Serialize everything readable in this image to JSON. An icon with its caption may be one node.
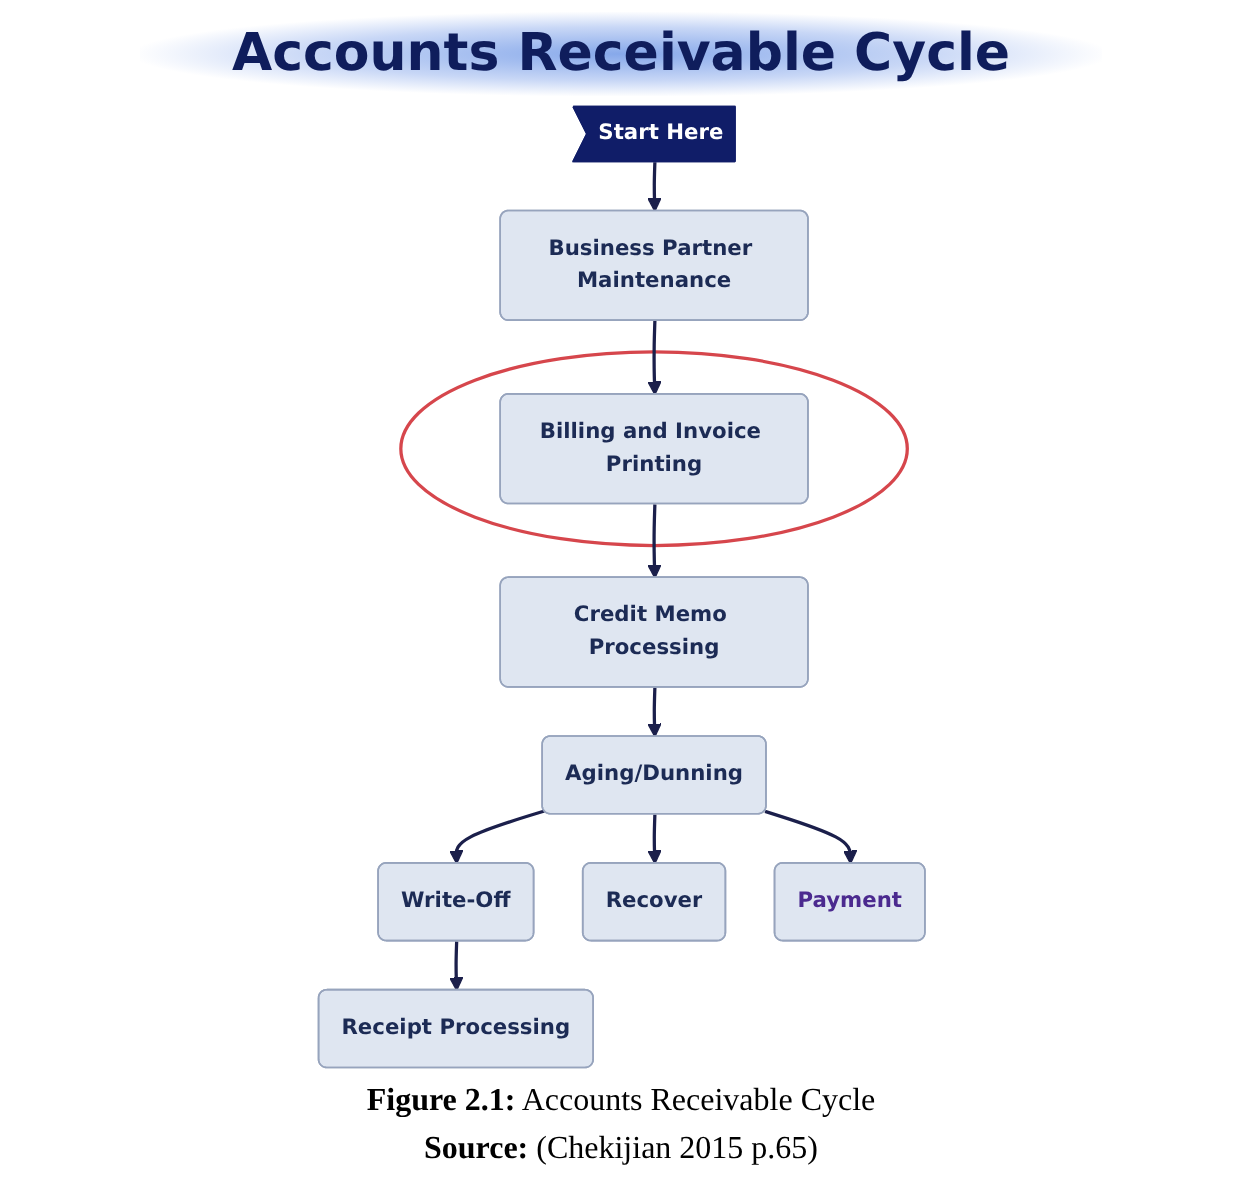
{
  "diagram": {
    "title": "Accounts Receivable Cycle",
    "caption": "**Figure 2.1:** Accounts Receivable Cycle",
    "nodes": [
      {
        "text": [
          "Start Here"
        ]
      },
      {
        "text": [
          "Business Partner Maintenance"
        ]
      },
      {
        "text": [],
        "shape": "circle"
      },
      {
        "text": [
          "Billing and Invoice Printing"
        ],
        "in": 2
      },
      {
        "text": [
          "Receipt Processing"
        ]
      },
      {
        "text": [
          "Credit Memo Processing"
        ]
      },
      {
        "text": [
          "Write-Off"
        ]
      },
      {
        "text": [
          "Recover"
        ]
      },
      {
        "text": [
          "Aging/Dunning"
        ]
      },
      {
        "text": [
          "Payment"
        ]
      }
    ],
    "edges": [
      {
        "from": 0,
        "to": 1,
        "arrow": "to"
      },
      {
        "from": 1,
        "to": 3,
        "arrow": "to"
      },
      {
        "from": 3,
        "to": 5,
        "arrow": "to"
      },
      {
        "from": 5,
        "to": 8,
        "arrow": "to"
      },
      {
        "from": 8,
        "to": 9,
        "arrow": "to"
      },
      {
        "from": 8,
        "to": 6,
        "arrow": "to"
      },
      {
        "from": 8,
        "to": 7,
        "arrow": "to"
      },
      {
        "from": 6,
        "to": 4,
        "arrow": "to"
      }
    ],
    "labels": [
      "**Source:** (Chekijian 2015 p.65)"
    ]
  }
}
